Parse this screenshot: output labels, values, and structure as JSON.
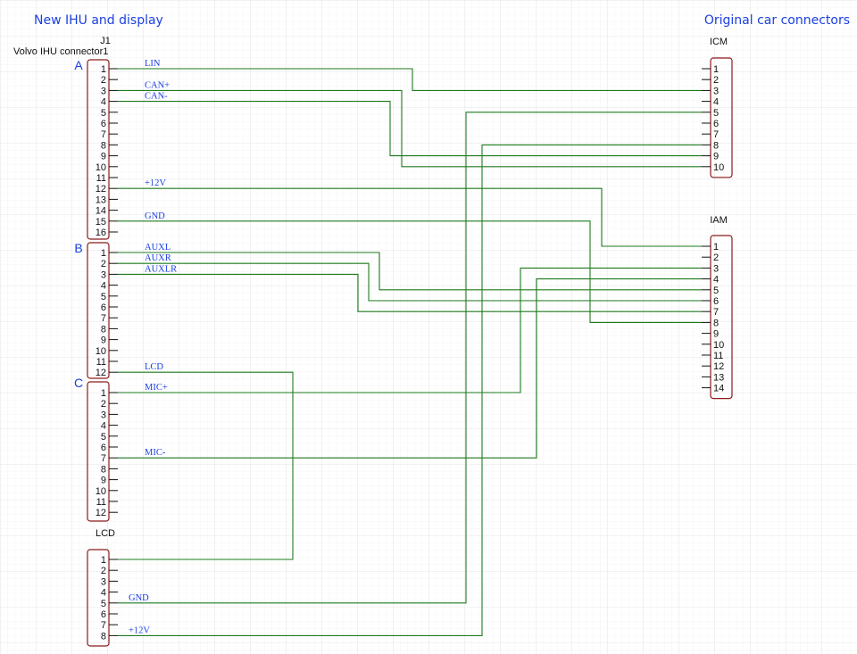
{
  "headers": {
    "left": "New IHU and display",
    "right": "Original car connectors"
  },
  "connectors": {
    "j1": {
      "refdes": "J1",
      "value": "Volvo IHU connector1",
      "sections": [
        {
          "label": "A",
          "pins": [
            "1",
            "2",
            "3",
            "4",
            "5",
            "6",
            "7",
            "8",
            "9",
            "10",
            "11",
            "12",
            "13",
            "14",
            "15",
            "16"
          ]
        },
        {
          "label": "B",
          "pins": [
            "1",
            "2",
            "3",
            "4",
            "5",
            "6",
            "7",
            "8",
            "9",
            "10",
            "11",
            "12"
          ]
        },
        {
          "label": "C",
          "pins": [
            "1",
            "2",
            "3",
            "4",
            "5",
            "6",
            "7",
            "8",
            "9",
            "10",
            "11",
            "12"
          ]
        }
      ]
    },
    "lcd": {
      "refdes": "LCD",
      "pins": [
        "1",
        "2",
        "3",
        "4",
        "5",
        "6",
        "7",
        "8"
      ]
    },
    "icm": {
      "refdes": "ICM",
      "pins": [
        "1",
        "2",
        "3",
        "4",
        "5",
        "6",
        "7",
        "8",
        "9",
        "10"
      ]
    },
    "iam": {
      "refdes": "IAM",
      "pins": [
        "1",
        "2",
        "3",
        "4",
        "5",
        "6",
        "7",
        "8",
        "9",
        "10",
        "11",
        "12",
        "13",
        "14"
      ]
    }
  },
  "nets": [
    {
      "label": "LIN",
      "from": "J1.A1",
      "to": "ICM.3"
    },
    {
      "label": "CAN+",
      "from": "J1.A3",
      "to": "ICM.10"
    },
    {
      "label": "CAN-",
      "from": "J1.A4",
      "to": "ICM.9"
    },
    {
      "label": "+12V",
      "from": "J1.A12",
      "to": "IAM.1"
    },
    {
      "label": "GND",
      "from": "J1.A15",
      "to": "IAM.8"
    },
    {
      "label": "AUXL",
      "from": "J1.B1",
      "to": "IAM.5"
    },
    {
      "label": "AUXR",
      "from": "J1.B2",
      "to": "IAM.6"
    },
    {
      "label": "AUXLR",
      "from": "J1.B3",
      "to": "IAM.7"
    },
    {
      "label": "LCD",
      "from": "J1.B12",
      "to": "LCD.1"
    },
    {
      "label": "MIC+",
      "from": "J1.C1",
      "to": "IAM.3"
    },
    {
      "label": "MIC-",
      "from": "J1.C7",
      "to": "IAM.4"
    },
    {
      "label": "GND",
      "from": "LCD.5",
      "to": "ICM.5"
    },
    {
      "label": "+12V",
      "from": "LCD.8",
      "to": "ICM.8"
    }
  ]
}
